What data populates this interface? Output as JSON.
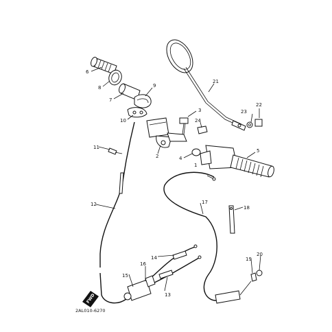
{
  "diagram": {
    "part_numbers": [
      "1",
      "2",
      "3",
      "4",
      "5",
      "6",
      "7",
      "8",
      "9",
      "10",
      "11",
      "12",
      "13",
      "14",
      "15",
      "16",
      "17",
      "18",
      "19",
      "20",
      "21",
      "22",
      "23",
      "24"
    ],
    "drawing_code": "2AL010-6270",
    "front_marker": "FWD"
  }
}
